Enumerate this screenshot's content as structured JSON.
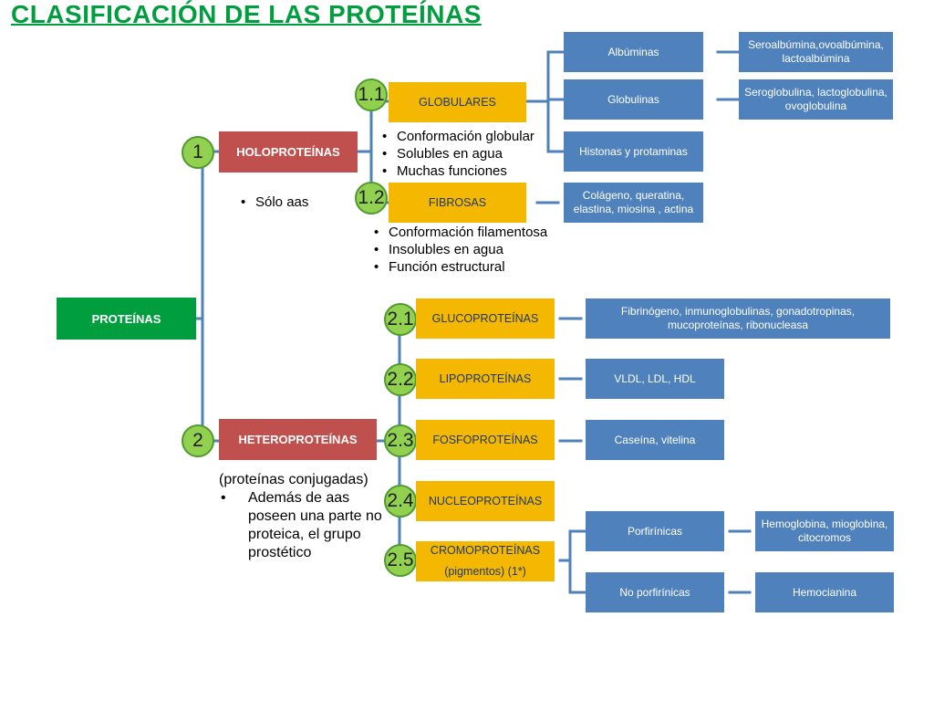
{
  "title": "CLASIFICACIÓN DE LAS PROTEÍNAS",
  "colors": {
    "title": "#009e3e",
    "root": "#009e3e",
    "class": "#c0504d",
    "subtype": "#f5b800",
    "example": "#4f81bd",
    "number_circle": "#92d050",
    "connector": "#4f81bd"
  },
  "root": "PROTEÍNAS",
  "holo": {
    "number": "1",
    "label": "HOLOPROTEÍNAS",
    "note": "Sólo aas",
    "globulares": {
      "number": "1.1",
      "label": "GLOBULARES",
      "notes": [
        "Conformación globular",
        "Solubles en agua",
        "Muchas funciones"
      ],
      "albuminas": "Albúminas",
      "albuminas_examples": "Seroalbúmina,ovoalbúmina, lactoalbúmina",
      "globulinas": "Globulinas",
      "globulinas_examples": "Seroglobulina, lactoglobulina, ovoglobulina",
      "histonas": "Histonas y protaminas"
    },
    "fibrosas": {
      "number": "1.2",
      "label": "FIBROSAS",
      "notes": [
        "Conformación filamentosa",
        "Insolubles en agua",
        "Función estructural"
      ],
      "examples": "Colágeno, queratina, elastina, miosina , actina"
    }
  },
  "hetero": {
    "number": "2",
    "label": "HETEROPROTEÍNAS",
    "note_line": "(proteínas conjugadas)",
    "note_bullet": "Además de aas poseen una parte no proteica, el grupo prostético",
    "gluco": {
      "number": "2.1",
      "label": "GLUCOPROTEÍNAS",
      "examples": "Fibrinógeno, inmunoglobulinas, gonadotropinas, mucoproteínas, ribonucleasa"
    },
    "lipo": {
      "number": "2.2",
      "label": "LIPOPROTEÍNAS",
      "examples": "VLDL, LDL, HDL"
    },
    "fosfo": {
      "number": "2.3",
      "label": "FOSFOPROTEÍNAS",
      "examples": "Caseína, vitelina"
    },
    "nucleo": {
      "number": "2.4",
      "label": "NUCLEOPROTEÍNAS"
    },
    "cromo": {
      "number": "2.5",
      "label": "CROMOPROTEÍNAS",
      "sublabel": "(pigmentos) (1*)",
      "porfirinicas": "Porfirínicas",
      "porfirinicas_examples": "Hemoglobina, mioglobina, citocromos",
      "no_porfirinicas": "No porfirínicas",
      "no_porfirinicas_examples": "Hemocianina"
    }
  }
}
